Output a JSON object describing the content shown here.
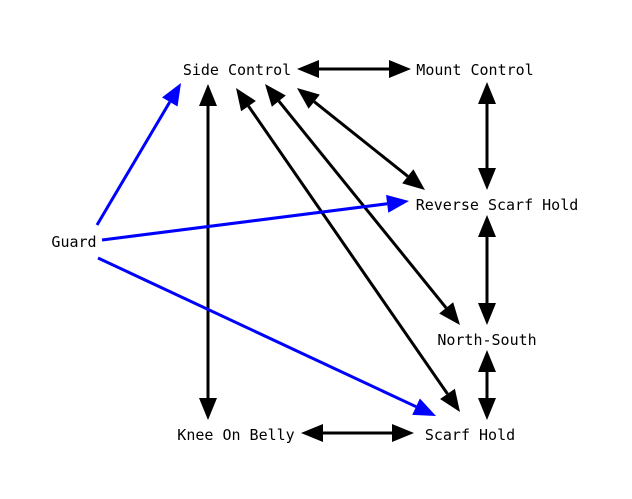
{
  "nodes": {
    "side_control": "Side Control",
    "mount_control": "Mount Control",
    "reverse_scarf_hold": "Reverse Scarf Hold",
    "guard": "Guard",
    "north_south": "North-South",
    "knee_on_belly": "Knee On Belly",
    "scarf_hold": "Scarf Hold"
  },
  "edges": [
    {
      "from": "side_control",
      "to": "mount_control",
      "direction": "both",
      "color": "#000000"
    },
    {
      "from": "mount_control",
      "to": "reverse_scarf_hold",
      "direction": "both",
      "color": "#000000"
    },
    {
      "from": "reverse_scarf_hold",
      "to": "north_south",
      "direction": "both",
      "color": "#000000"
    },
    {
      "from": "north_south",
      "to": "scarf_hold",
      "direction": "both",
      "color": "#000000"
    },
    {
      "from": "knee_on_belly",
      "to": "scarf_hold",
      "direction": "both",
      "color": "#000000"
    },
    {
      "from": "side_control",
      "to": "knee_on_belly",
      "direction": "both",
      "color": "#000000"
    },
    {
      "from": "side_control",
      "to": "reverse_scarf_hold",
      "direction": "both",
      "color": "#000000"
    },
    {
      "from": "side_control",
      "to": "north_south",
      "direction": "both",
      "color": "#000000"
    },
    {
      "from": "side_control",
      "to": "scarf_hold",
      "direction": "both",
      "color": "#000000"
    },
    {
      "from": "guard",
      "to": "side_control",
      "direction": "forward",
      "color": "#0000ff"
    },
    {
      "from": "guard",
      "to": "reverse_scarf_hold",
      "direction": "forward",
      "color": "#0000ff"
    },
    {
      "from": "guard",
      "to": "scarf_hold",
      "direction": "forward",
      "color": "#0000ff"
    }
  ],
  "colors": {
    "transition": "#000000",
    "from_guard": "#0000ff",
    "background": "#ffffff"
  }
}
